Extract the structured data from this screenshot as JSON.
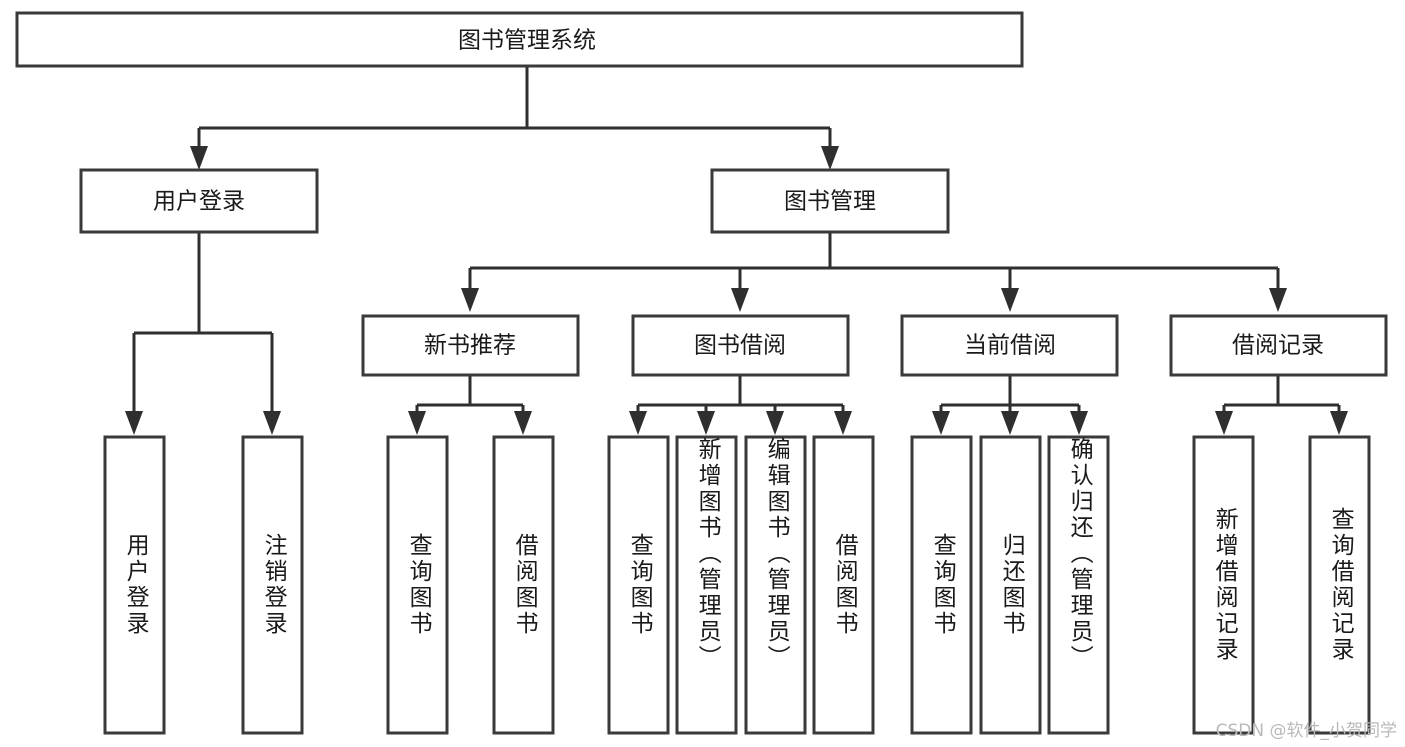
{
  "diagram": {
    "type": "tree",
    "title": "图书管理系统",
    "orientation": "top-down",
    "colors": {
      "box_stroke": "#3a3a3a",
      "connector": "#2f2f2f",
      "box_fill": "#ffffff",
      "text": "#1a1a1a",
      "watermark": "#b9b9b9"
    },
    "root": {
      "label": "图书管理系统"
    },
    "level2": [
      {
        "label": "用户登录"
      },
      {
        "label": "图书管理"
      }
    ],
    "level3": [
      {
        "label": "新书推荐"
      },
      {
        "label": "图书借阅"
      },
      {
        "label": "当前借阅"
      },
      {
        "label": "借阅记录"
      }
    ],
    "leaves": {
      "user_login": [
        {
          "label": "用户登录"
        },
        {
          "label": "注销登录"
        }
      ],
      "new_book_recommend": [
        {
          "label": "查询图书"
        },
        {
          "label": "借阅图书"
        }
      ],
      "book_borrow": [
        {
          "label": "查询图书"
        },
        {
          "label": "新增图书（管理员）"
        },
        {
          "label": "编辑图书（管理员）"
        },
        {
          "label": "借阅图书"
        }
      ],
      "current_borrow": [
        {
          "label": "查询图书"
        },
        {
          "label": "归还图书"
        },
        {
          "label": "确认归还（管理员）"
        }
      ],
      "borrow_record": [
        {
          "label": "新增借阅记录"
        },
        {
          "label": "查询借阅记录"
        }
      ]
    }
  },
  "watermark": {
    "text": "CSDN @软件_小贺同学"
  }
}
